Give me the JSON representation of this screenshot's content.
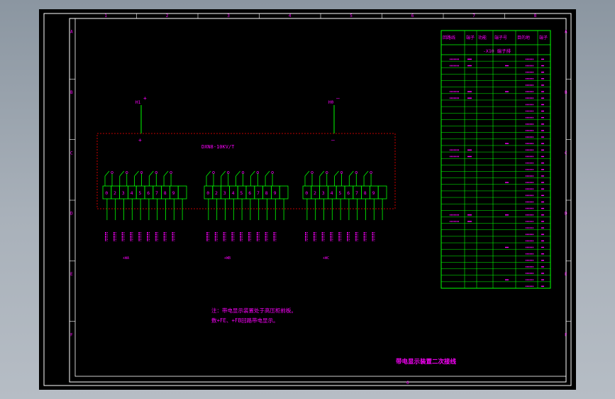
{
  "colors": {
    "background": "#000000",
    "frame": "#ffffff",
    "wire": "#00ff00",
    "text": "#ff00ff",
    "terminal_box": "#ff0000",
    "dotted": "#ff0000"
  },
  "border": {
    "top_numbers": [
      "1",
      "2",
      "3",
      "4",
      "5",
      "6",
      "7",
      "8"
    ],
    "side_letters": [
      "A",
      "B",
      "C",
      "D",
      "E",
      "F"
    ],
    "bottom_label": "6"
  },
  "diagram": {
    "plus_left_label": "+",
    "minus_right_label": "—",
    "lead_left_label": "+",
    "lead_right_label": "—",
    "device_label": "DXN8-10KV/T",
    "terminal_numbers": [
      "0",
      "2",
      "3",
      "4",
      "5",
      "6",
      "7",
      "8",
      "9",
      ""
    ],
    "group_labels": [
      "+WA",
      "+WB",
      "+WC"
    ]
  },
  "notes": {
    "line1": "注：带电显示装置处于高压柜前板。",
    "line2": "数+FE、+FB回路带电显示。"
  },
  "title_block": {
    "title": "带电显示装置二次接线"
  },
  "table": {
    "headers": [
      "回路线",
      "端子",
      "功能",
      "端子号",
      "目的地",
      "端子"
    ],
    "subtitle": "-X10 端子排",
    "row_count": 36
  }
}
